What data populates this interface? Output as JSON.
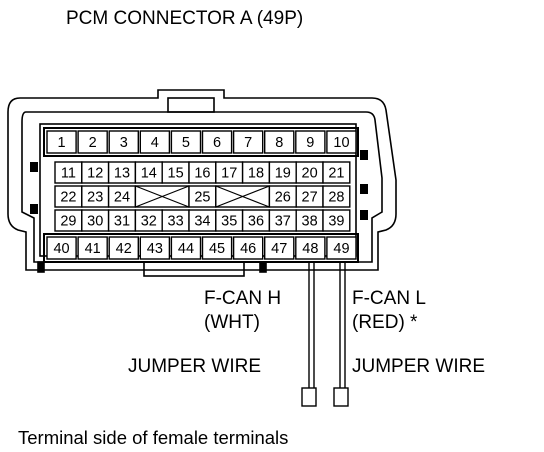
{
  "title": "PCM CONNECTOR A (49P)",
  "caption": "Terminal side of female terminals",
  "rows": [
    [
      "1",
      "2",
      "3",
      "4",
      "5",
      "6",
      "7",
      "8",
      "9",
      "10"
    ],
    [
      "11",
      "12",
      "13",
      "14",
      "15",
      "16",
      "17",
      "18",
      "19",
      "20",
      "21"
    ],
    [
      "22",
      "23",
      "24",
      "25",
      "26",
      "27",
      "28"
    ],
    [
      "29",
      "30",
      "31",
      "32",
      "33",
      "34",
      "35",
      "36",
      "37",
      "38",
      "39"
    ],
    [
      "40",
      "41",
      "42",
      "43",
      "44",
      "45",
      "46",
      "47",
      "48",
      "49"
    ]
  ],
  "labels": {
    "fcan_h": "F-CAN H",
    "fcan_h_color": "(WHT)",
    "fcan_l": "F-CAN L",
    "fcan_l_color": "(RED) *",
    "jumper_left": "JUMPER WIRE",
    "jumper_right": "JUMPER WIRE"
  }
}
